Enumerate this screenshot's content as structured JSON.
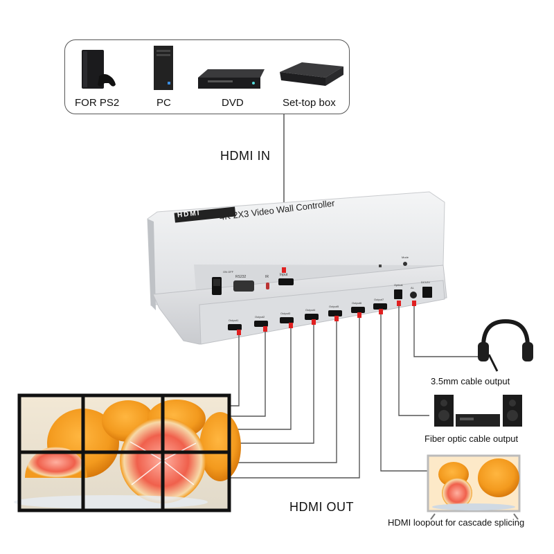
{
  "sources": {
    "items": [
      {
        "label": "FOR PS2",
        "icon": "game-console-icon"
      },
      {
        "label": "PC",
        "icon": "pc-tower-icon"
      },
      {
        "label": "DVD",
        "icon": "dvd-player-icon"
      },
      {
        "label": "Set-top  box",
        "icon": "set-top-box-icon"
      }
    ]
  },
  "device": {
    "logo": "HDMI",
    "title": "4K 2X3 Video Wall Controller",
    "ports_top": {
      "power": "ON OFF",
      "rs232": "RS232",
      "ir": "IR",
      "input": "Input",
      "mode": "Mode"
    },
    "ports_bottom": {
      "outputs": [
        "Output1",
        "Output2",
        "Output3",
        "Output4",
        "Output5",
        "Output6",
        "Output7"
      ],
      "optical": "Optical",
      "audio": "AL",
      "dc": "DC12V"
    }
  },
  "connections": {
    "hdmi_in": "HDMI  IN",
    "hdmi_out": "HDMI OUT"
  },
  "outputs": {
    "headphone": "3.5mm cable output",
    "speakers": "Fiber optic cable output",
    "loopout": "HDMI loopout for cascade splicing"
  },
  "colors": {
    "line": "#555555",
    "port_marker": "#e02020",
    "device_body": "#e9eaec",
    "fruit": "#f39a1e",
    "fruit_flesh": "#f0604c"
  }
}
